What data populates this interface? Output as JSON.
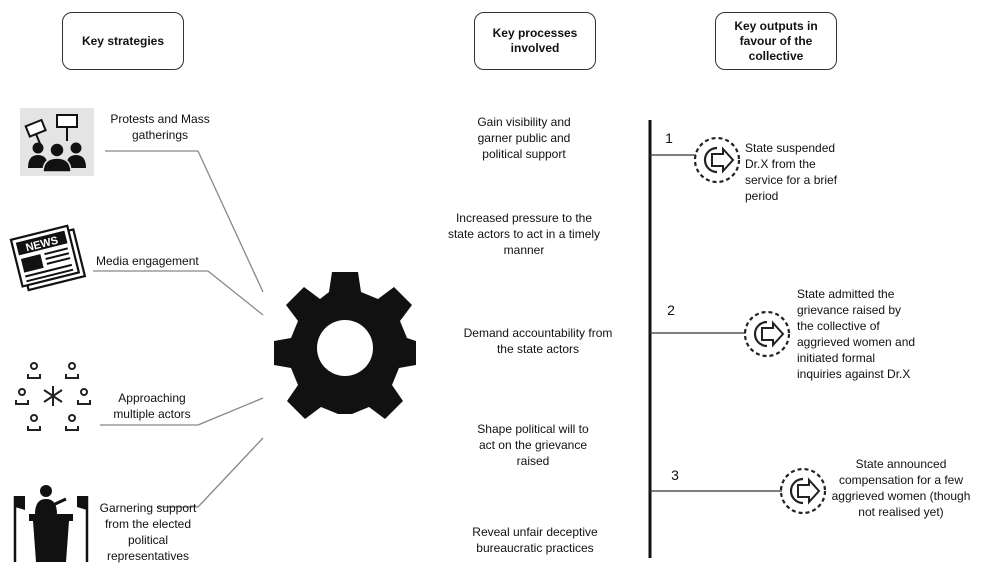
{
  "headers": {
    "strategies": "Key strategies",
    "processes": "Key processes involved",
    "outputs": "Key outputs in favour of the collective"
  },
  "strategies": [
    {
      "label": "Protests and Mass gatherings",
      "icon": "protest-crowd-icon"
    },
    {
      "label": "Media engagement",
      "icon": "newspaper-icon"
    },
    {
      "label": "Approaching multiple actors",
      "icon": "network-people-icon"
    },
    {
      "label": "Garnering support from the elected political representatives",
      "icon": "podium-speaker-icon"
    }
  ],
  "center_icon": "gear-icon",
  "processes": [
    "Gain visibility and garner public and political support",
    "Increased pressure to the state actors to act in a timely manner",
    "Demand accountability from the state actors",
    "Shape political will to act on the grievance raised",
    "Reveal  unfair deceptive bureaucratic practices"
  ],
  "outputs": [
    {
      "number": "1",
      "text": "State suspended Dr.X from the service for a brief period",
      "icon": "outcome-arrow-icon"
    },
    {
      "number": "2",
      "text": "State admitted the grievance raised by the collective of aggrieved women and initiated  formal inquiries against Dr.X",
      "icon": "outcome-arrow-icon"
    },
    {
      "number": "3",
      "text": "State announced compensation for a few aggrieved women (though not realised yet)",
      "icon": "outcome-arrow-icon"
    }
  ]
}
